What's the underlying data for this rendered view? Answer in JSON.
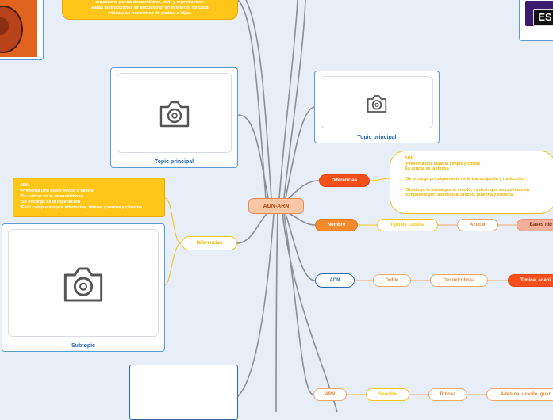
{
  "center": {
    "label": "ADN-ARN"
  },
  "top_note": {
    "text": "organismo pueda desarrollarse, vivir y reproducirse.\nEstas instrucciones se encuentran en el interior de cada\ncélula y se transmiten de padres a hijos."
  },
  "topic_left": {
    "label": "Topic principal"
  },
  "topic_right": {
    "label": "Topic principal"
  },
  "subtopic": {
    "label": "Subtopic"
  },
  "diferencias_left": {
    "label": "Diferencias"
  },
  "adn_note": {
    "text": "ADN\n*Presenta una doble hélice o espiral\n*Su azúcar es la desoxirribosa\n*Se encarga de la replicación\n*Está compuesto por adenosina, timina, guanina y citosina"
  },
  "diferencias_right": {
    "label": "Diferencias"
  },
  "arn_note": {
    "text": "ARN\n*Presenta una cadena simple y cortas\nSu azúcar es la ribosa\n\n*Se encarga principalmente de la transcripción y traducción.\n\n*Sustituye la timina por el uracilo, es decir que su cadena está compuesta por: adenosina, uracilo, guanina y citosina."
  },
  "row_nombre": {
    "label": "Nombre",
    "items": [
      "Tipo de cadena",
      "Azucar",
      "Bases nitr"
    ]
  },
  "row_adn": {
    "label": "ADN",
    "items": [
      "Doble",
      "Desoxirribosa",
      "Timina, adeni"
    ]
  },
  "row_arn": {
    "label": "ARN",
    "items": [
      "Sencilla",
      "Ribosa",
      "Adenina, uracilo, guan"
    ]
  },
  "corner_badge": {
    "text": "ES"
  },
  "colors": {
    "background": "#e8eef8",
    "branch": "#8a8f96",
    "blue": "#2a6bb4",
    "orange": "#f5501a",
    "yellow": "#f5c518"
  }
}
